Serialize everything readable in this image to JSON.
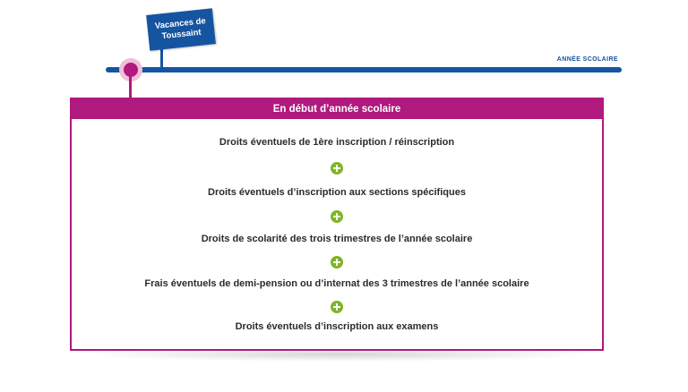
{
  "timeline": {
    "label": "ANNÉE SCOLAIRE"
  },
  "flag": {
    "line1": "Vacances de",
    "line2": "Toussaint"
  },
  "box": {
    "title": "En début d’année scolaire",
    "items": [
      "Droits éventuels de 1ère inscription / réinscription",
      "Droits éventuels d’inscription aux sections spécifiques",
      "Droits de scolarité des trois trimestres de l’année scolaire",
      "Frais éventuels de demi-pension ou d’internat des 3 trimestres de l’année scolaire",
      "Droits éventuels d’inscription aux examens"
    ]
  },
  "colors": {
    "timeline": "#1554a0",
    "accent": "#b0197e",
    "plus": "#7fb42a"
  },
  "icons": {
    "plus": "plus-circle-icon",
    "marker": "timeline-marker"
  }
}
